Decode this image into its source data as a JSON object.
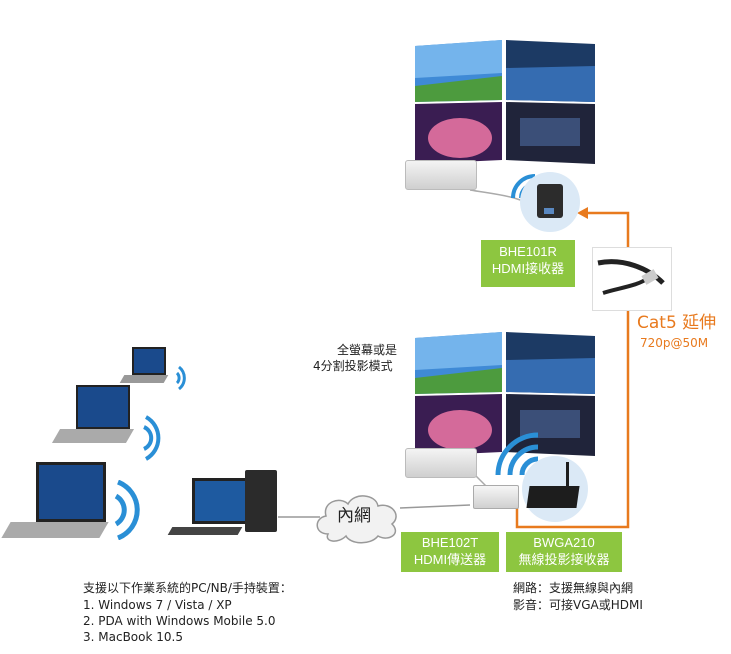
{
  "devices": {
    "receiver_hdmi": {
      "model": "BHE101R",
      "desc": "HDMI接收器"
    },
    "transmitter_hdmi": {
      "model": "BHE102T",
      "desc": "HDMI傳送器"
    },
    "wireless_receiver": {
      "model": "BWGA210",
      "desc": "無線投影接收器"
    }
  },
  "cable": {
    "title": "Cat5 延伸",
    "spec": "720p@50M"
  },
  "screen_mode": {
    "line1": "全螢幕或是",
    "line2": "4分割投影模式"
  },
  "network_cloud": {
    "label": "內網"
  },
  "os_support": {
    "heading": "支援以下作業系統的PC/NB/手持裝置：",
    "items": [
      "1.   Windows 7 / Vista / XP",
      "2.   PDA with Windows Mobile 5.0",
      "3.   MacBook 10.5"
    ]
  },
  "features": {
    "line1": "網路：支援無線與內網",
    "line2": "影音：可接VGA或HDMI"
  },
  "colors": {
    "accent_orange": "#e87a1e",
    "label_green": "#8dc640",
    "wifi_blue": "#2a8fd6"
  }
}
